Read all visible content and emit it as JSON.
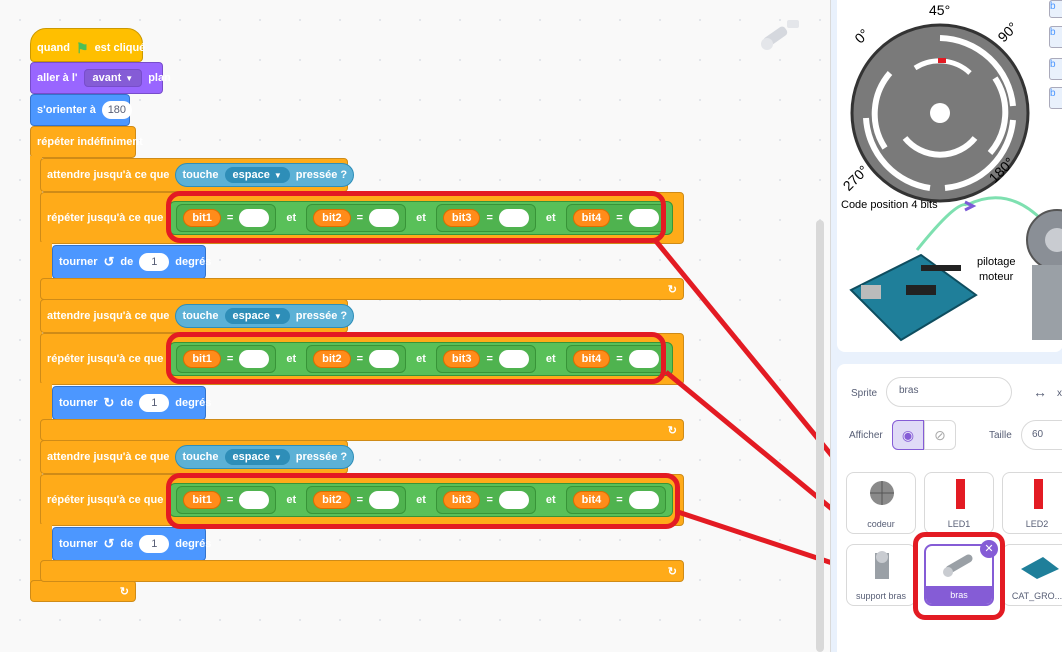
{
  "scripts": {
    "hat_label": "quand",
    "hat_suffix": "est cliqué",
    "goto_label": "aller à l'",
    "goto_value": "avant",
    "goto_suffix": "plan",
    "point_label": "s'orienter à",
    "point_value": "180",
    "forever_label": "répéter indéfiniment",
    "sections": [
      {
        "wait_label": "attendre jusqu'à ce que",
        "key_label": "touche",
        "key_value": "espace",
        "key_suffix": "pressée ?",
        "repeat_label": "répéter jusqu'à ce que",
        "bits": [
          "bit1",
          "bit2",
          "bit3",
          "bit4"
        ],
        "and": "et",
        "eq": "=",
        "turn_label": "tourner",
        "turn_dir": "left",
        "turn_value": "1",
        "turn_suffix": "degrés"
      },
      {
        "wait_label": "attendre jusqu'à ce que",
        "key_label": "touche",
        "key_value": "espace",
        "key_suffix": "pressée ?",
        "repeat_label": "répéter jusqu'à ce que",
        "bits": [
          "bit1",
          "bit2",
          "bit3",
          "bit4"
        ],
        "and": "et",
        "eq": "=",
        "turn_label": "tourner",
        "turn_dir": "right",
        "turn_value": "1",
        "turn_suffix": "degrés"
      },
      {
        "wait_label": "attendre jusqu'à ce que",
        "key_label": "touche",
        "key_value": "espace",
        "key_suffix": "pressée ?",
        "repeat_label": "répéter jusqu'à ce que",
        "bits": [
          "bit1",
          "bit2",
          "bit3",
          "bit4"
        ],
        "and": "et",
        "eq": "=",
        "turn_label": "tourner",
        "turn_dir": "left",
        "turn_value": "1",
        "turn_suffix": "degrés"
      }
    ]
  },
  "stage": {
    "angles": [
      "0°",
      "45°",
      "90°",
      "180°",
      "270°"
    ],
    "encoder_caption": "Code position 4 bits",
    "motor_caption_1": "pilotage",
    "motor_caption_2": "moteur",
    "edge_tabs": [
      "b",
      "b",
      "b",
      "b"
    ]
  },
  "sprite_info": {
    "sprite_label": "Sprite",
    "sprite_name": "bras",
    "x_label": "x",
    "show_label": "Afficher",
    "size_label": "Taille",
    "size_value": "60"
  },
  "sprites": [
    {
      "name": "codeur",
      "selected": false
    },
    {
      "name": "LED1",
      "selected": false
    },
    {
      "name": "LED2",
      "selected": false
    },
    {
      "name": "support bras",
      "selected": false
    },
    {
      "name": "bras",
      "selected": true
    },
    {
      "name": "CAT_GRO...",
      "selected": false
    }
  ],
  "colors": {
    "highlight": "#e31b23",
    "selected": "#855cd6",
    "control": "#ffab19",
    "operator": "#59c059"
  }
}
